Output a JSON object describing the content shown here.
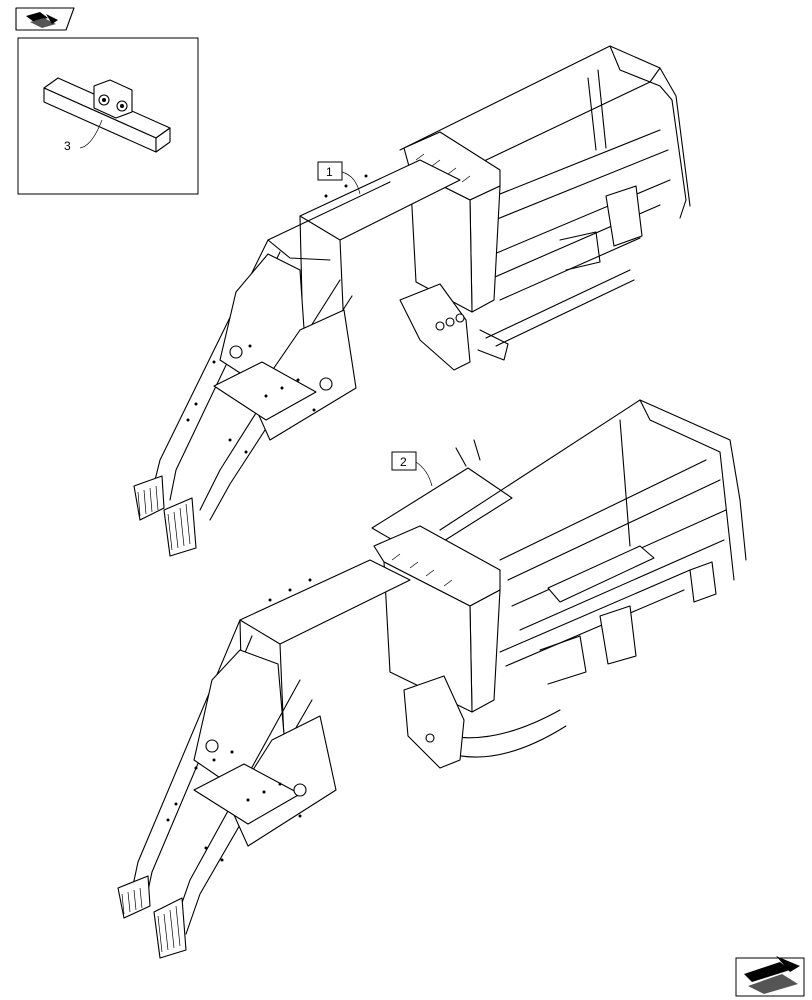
{
  "callouts": {
    "item_1": "1",
    "item_2": "2",
    "item_3": "3"
  },
  "icons": {
    "top_left": "book-arrow-icon",
    "bottom_right": "next-page-arrow-icon"
  }
}
